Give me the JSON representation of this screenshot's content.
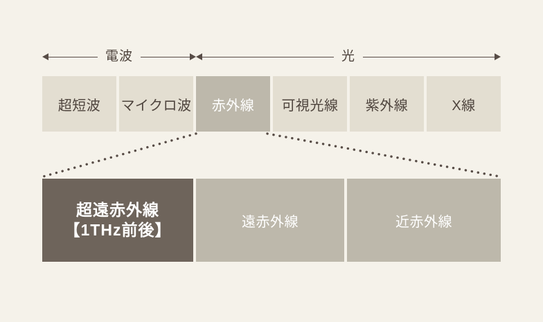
{
  "figure": {
    "background_color": "#f5f2ea",
    "text_color_dark": "#4e443d",
    "box_color_light": "#e3ded1",
    "box_color_mid": "#bdb8ab",
    "box_color_dark": "#6e645b",
    "line_color": "#574c46"
  },
  "ranges": [
    {
      "label": "電波",
      "arrow": "double"
    },
    {
      "label": "光",
      "arrow": "double"
    }
  ],
  "spectrum": {
    "segments": [
      {
        "label": "超短波",
        "highlighted": false
      },
      {
        "label": "マイクロ波",
        "highlighted": false
      },
      {
        "label": "赤外線",
        "highlighted": true
      },
      {
        "label": "可視光線",
        "highlighted": false
      },
      {
        "label": "紫外線",
        "highlighted": false
      },
      {
        "label": "X線",
        "highlighted": false
      }
    ]
  },
  "infrared": {
    "subdivisions": [
      {
        "label": "超遠赤外線",
        "sublabel": "【1THz前後】",
        "emphasis": true
      },
      {
        "label": "遠赤外線",
        "sublabel": "",
        "emphasis": false
      },
      {
        "label": "近赤外線",
        "sublabel": "",
        "emphasis": false
      }
    ]
  }
}
